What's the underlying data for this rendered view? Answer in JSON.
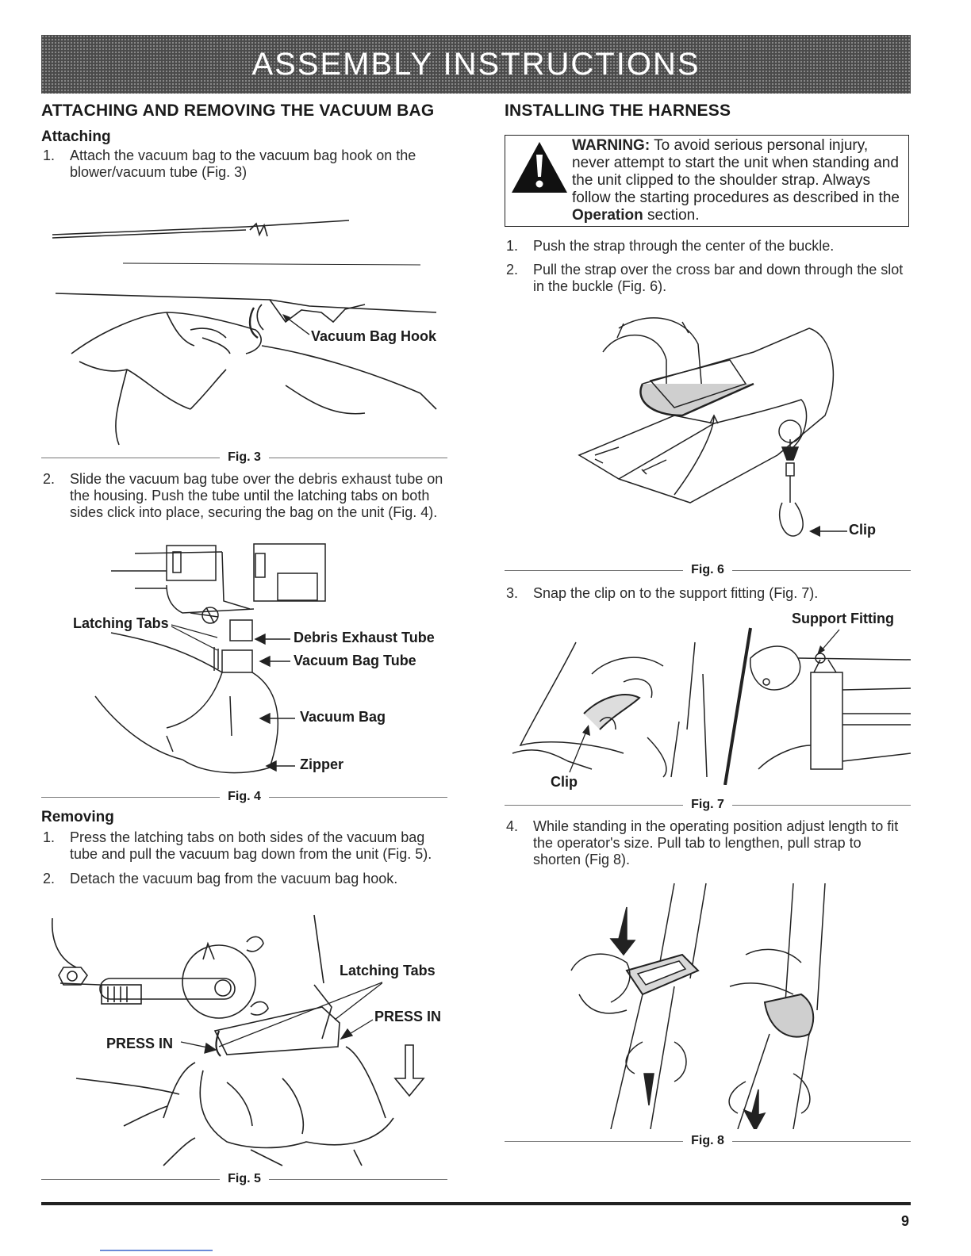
{
  "banner": {
    "title": "ASSEMBLY INSTRUCTIONS"
  },
  "left": {
    "heading": "ATTACHING AND REMOVING THE VACUUM BAG",
    "attaching_title": "Attaching",
    "attaching_steps": [
      {
        "num": "1.",
        "text": "Attach the vacuum bag to the vacuum bag hook on the blower/vacuum tube (Fig. 3)"
      },
      {
        "num": "2.",
        "text": "Slide the vacuum bag tube over the debris exhaust tube on the housing. Push the tube until the latching tabs on both sides click into place, securing the bag on the unit (Fig. 4)."
      }
    ],
    "fig3": {
      "caption": "Fig. 3",
      "callout_hook": "Vacuum Bag Hook"
    },
    "fig4": {
      "caption": "Fig. 4",
      "callout_latching": "Latching Tabs",
      "callout_debris": "Debris Exhaust Tube",
      "callout_bagtube": "Vacuum Bag Tube",
      "callout_bag": "Vacuum Bag",
      "callout_zipper": "Zipper"
    },
    "removing_title": "Removing",
    "removing_steps": [
      {
        "num": "1.",
        "text": "Press the latching tabs on both sides of the vacuum bag tube and pull the vacuum bag down from the unit (Fig. 5)."
      },
      {
        "num": "2.",
        "text": "Detach the vacuum bag from the vacuum bag hook."
      }
    ],
    "fig5": {
      "caption": "Fig. 5",
      "callout_latching": "Latching Tabs",
      "callout_press_right": "PRESS IN",
      "callout_press_left": "PRESS IN"
    }
  },
  "right": {
    "heading": "INSTALLING THE HARNESS",
    "warning": {
      "label": "WARNING:",
      "text": " To avoid serious personal injury, never attempt to start the unit when standing and the unit clipped to the shoulder strap. Always follow the starting procedures as described in the ",
      "bold": "Operation",
      "tail": " section."
    },
    "steps_a": [
      {
        "num": "1.",
        "text": "Push the strap through the center of the buckle."
      },
      {
        "num": "2.",
        "text": "Pull the strap over the cross bar and down through the slot in the buckle (Fig. 6)."
      }
    ],
    "fig6": {
      "caption": "Fig. 6",
      "callout_clip": "Clip"
    },
    "step3": {
      "num": "3.",
      "text": "Snap the clip on to the support fitting (Fig. 7)."
    },
    "fig7": {
      "caption": "Fig. 7",
      "callout_support": "Support Fitting",
      "callout_clip": "Clip"
    },
    "step4": {
      "num": "4.",
      "text": "While standing in the operating position adjust length to fit the operator's size. Pull tab to lengthen, pull strap to shorten (Fig 8)."
    },
    "fig8": {
      "caption": "Fig. 8"
    }
  },
  "footer": {
    "page_number": "9"
  }
}
